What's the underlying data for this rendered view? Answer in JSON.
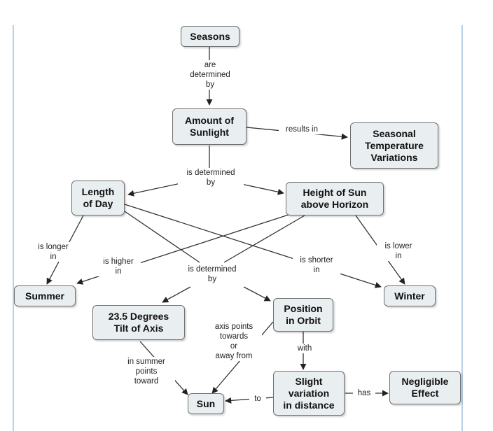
{
  "nodes": {
    "seasons": "Seasons",
    "amount_of_sunlight": "Amount of\nSunlight",
    "seasonal_temperature_variations": "Seasonal\nTemperature\nVariations",
    "length_of_day": "Length\nof Day",
    "height_of_sun": "Height of Sun\nabove Horizon",
    "summer": "Summer",
    "winter": "Winter",
    "tilt_of_axis": "23.5 Degrees\nTilt of Axis",
    "position_in_orbit": "Position\nin Orbit",
    "sun": "Sun",
    "slight_variation": "Slight\nvariation\nin distance",
    "negligible_effect": "Negligible\nEffect"
  },
  "links": {
    "are_determined_by": "are\ndetermined\nby",
    "results_in": "results in",
    "is_determined_by_1": "is determined\nby",
    "is_longer_in": "is longer\nin",
    "is_higher_in": "is higher\nin",
    "is_determined_by_2": "is determined\nby",
    "is_shorter_in": "is shorter\nin",
    "is_lower_in": "is lower\nin",
    "in_summer_points_toward": "in summer\npoints\ntoward",
    "axis_points_towards": "axis points\ntowards\nor\naway from",
    "with": "with",
    "to": "to",
    "has": "has"
  },
  "colors": {
    "node_fill": "#e9eef0",
    "node_border": "#6f6f6f",
    "line": "#333333",
    "frame": "#b9cfe8"
  }
}
